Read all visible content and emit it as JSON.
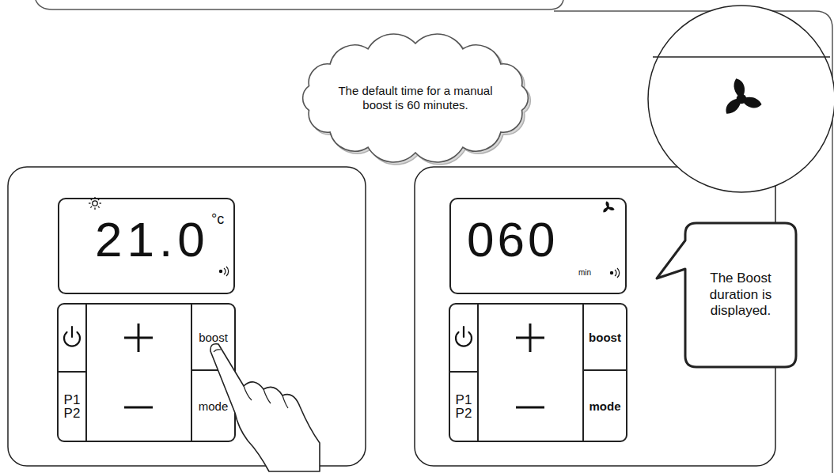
{
  "diagram": {
    "nodes": [
      {
        "text": [
          "The default time for a manual boost is 60 minutes."
        ]
      },
      {
        "text": [
          "21.0",
          "°c"
        ]
      },
      {
        "text": [
          "boost"
        ]
      },
      {
        "text": [
          "P1 P2"
        ]
      },
      {
        "text": [
          "mode"
        ]
      },
      {
        "text": [
          "060",
          "min"
        ]
      },
      {
        "text": [
          "boost"
        ]
      },
      {
        "text": [
          "P1 P2"
        ]
      },
      {
        "text": [
          "mode"
        ]
      },
      {
        "text": [
          "The Boost duration is displayed."
        ]
      }
    ]
  }
}
